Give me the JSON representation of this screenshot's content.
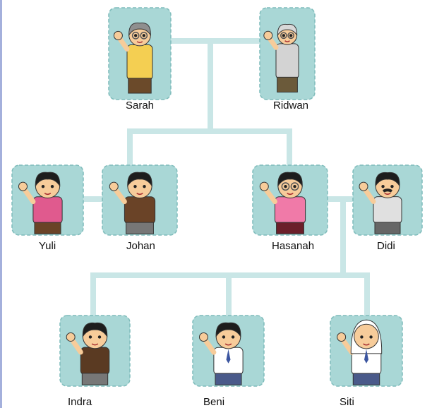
{
  "colors": {
    "connector": "#c9e6e6",
    "card_fill": "#a9d7d6",
    "card_border": "#7fbcbb",
    "skin": "#f7cc9a",
    "hair_dark": "#1d1d1d",
    "hair_grey": "#8f8f8f",
    "hair_white": "#d8d8d8"
  },
  "people": [
    {
      "id": "sarah",
      "name": "Sarah",
      "icon": "grandmother-icon",
      "generation": 1
    },
    {
      "id": "ridwan",
      "name": "Ridwan",
      "icon": "grandfather-icon",
      "generation": 1
    },
    {
      "id": "yuli",
      "name": "Yuli",
      "icon": "woman-icon",
      "generation": 2
    },
    {
      "id": "johan",
      "name": "Johan",
      "icon": "man-icon",
      "generation": 2
    },
    {
      "id": "hasanah",
      "name": "Hasanah",
      "icon": "woman-glasses-icon",
      "generation": 2
    },
    {
      "id": "didi",
      "name": "Didi",
      "icon": "man-mustache-icon",
      "generation": 2
    },
    {
      "id": "indra",
      "name": "Indra",
      "icon": "boy-icon",
      "generation": 3
    },
    {
      "id": "beni",
      "name": "Beni",
      "icon": "schoolboy-icon",
      "generation": 3
    },
    {
      "id": "siti",
      "name": "Siti",
      "icon": "schoolgirl-hijab-icon",
      "generation": 3
    }
  ],
  "relations": {
    "couples": [
      [
        "sarah",
        "ridwan"
      ],
      [
        "yuli",
        "johan"
      ],
      [
        "hasanah",
        "didi"
      ]
    ],
    "children": {
      "sarah+ridwan": [
        "johan",
        "hasanah"
      ],
      "hasanah+didi": [
        "indra",
        "beni",
        "siti"
      ]
    }
  }
}
